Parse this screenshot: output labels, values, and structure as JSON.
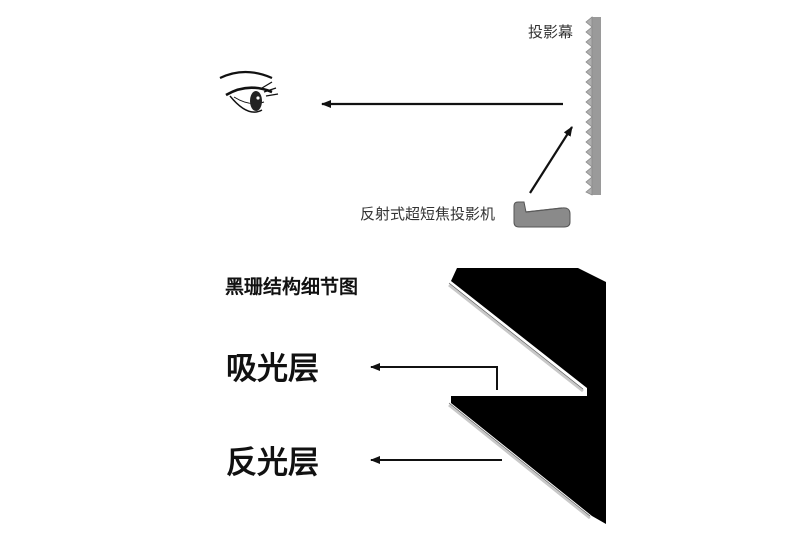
{
  "top_diagram": {
    "screen_label": "投影幕",
    "projector_label": "反射式超短焦投影机"
  },
  "bottom_diagram": {
    "title": "黑珊结构细节图",
    "absorb_label": "吸光层",
    "reflect_label": "反光层"
  },
  "colors": {
    "ink": "#111111",
    "screen_gray": "#9a9a9a",
    "projector_gray": "#8a8a8a",
    "panel_black": "#000000",
    "reflective_silver": "#c8c8c8"
  }
}
